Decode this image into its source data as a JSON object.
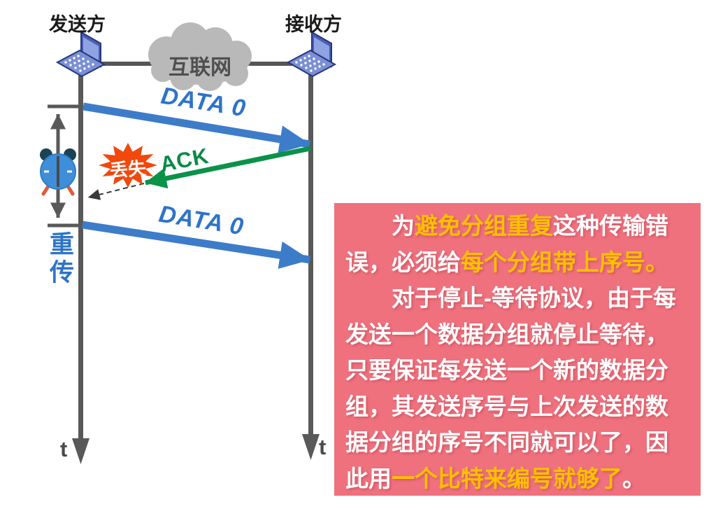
{
  "diagram": {
    "sender_label": "发送方",
    "receiver_label": "接收方",
    "cloud_label": "互联网",
    "data_arrow_1_label": "DATA 0",
    "ack_label": "ACK",
    "lost_label": "丢失",
    "retransmit_label": "重传",
    "data_arrow_2_label": "DATA 0",
    "time_axis_left_label": "t",
    "time_axis_right_label": "t",
    "colors": {
      "data_arrow": "#3d7cc9",
      "data_text": "#2e74c8",
      "ack_arrow": "#0b9249",
      "ack_text": "#0a8a45",
      "lost_burst": "#f2480c",
      "timeline": "#595959",
      "cloud": "#b9b9b9",
      "clock_body": "#3e8ed9",
      "clock_bells": "#1b4354",
      "retransmit_text": "#2e74c8"
    }
  },
  "note_box": {
    "bg_color": "#ef717e",
    "text_color": "#ffffff",
    "highlight_color": "#ffc000",
    "lines": [
      {
        "segs": [
          {
            "text": "为"
          },
          {
            "text": "避免分组重复",
            "hl": true
          },
          {
            "text": "这种传输错"
          }
        ]
      },
      {
        "segs": [
          {
            "text": "误，必须给"
          },
          {
            "text": "每个分组带上序号。",
            "hl": true
          }
        ]
      },
      {
        "segs": [
          {
            "text": "对于停止-等待协议，由于每"
          }
        ]
      },
      {
        "segs": [
          {
            "text": "发送一个数据分组就停止等待，"
          }
        ]
      },
      {
        "segs": [
          {
            "text": "只要保证每发送一个新的数据分"
          }
        ]
      },
      {
        "segs": [
          {
            "text": "组，其发送序号与上次发送的数"
          }
        ]
      },
      {
        "segs": [
          {
            "text": "据分组的序号不同就可以了，因"
          }
        ]
      },
      {
        "segs": [
          {
            "text": "此用"
          },
          {
            "text": "一个比特来编号就够了",
            "hl": true
          },
          {
            "text": "。"
          }
        ]
      }
    ]
  }
}
